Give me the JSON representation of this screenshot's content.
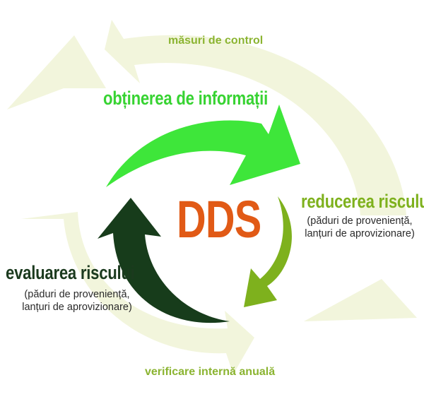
{
  "center_label": "DDS",
  "outer_cycle": {
    "top_label": "măsuri de control",
    "bottom_label": "verificare internă anuală"
  },
  "stages": [
    {
      "title": "obținerea de informații",
      "subtitle": [],
      "color": "#3ee63a"
    },
    {
      "title": "reducerea riscului",
      "subtitle": [
        "(păduri de proveniență,",
        "lanțuri de aprovizionare)"
      ],
      "color": "#7eb11d"
    },
    {
      "title": "evaluarea riscului",
      "subtitle": [
        "(păduri de proveniență,",
        "lanțuri de aprovizionare)"
      ],
      "color": "#173c1b"
    }
  ],
  "colors": {
    "outer_ring": "#f2f5dc",
    "outer_label": "#8bb431",
    "center": "#e15a16",
    "title_green": "#37d332",
    "title_dark": "#1b3a1e"
  }
}
